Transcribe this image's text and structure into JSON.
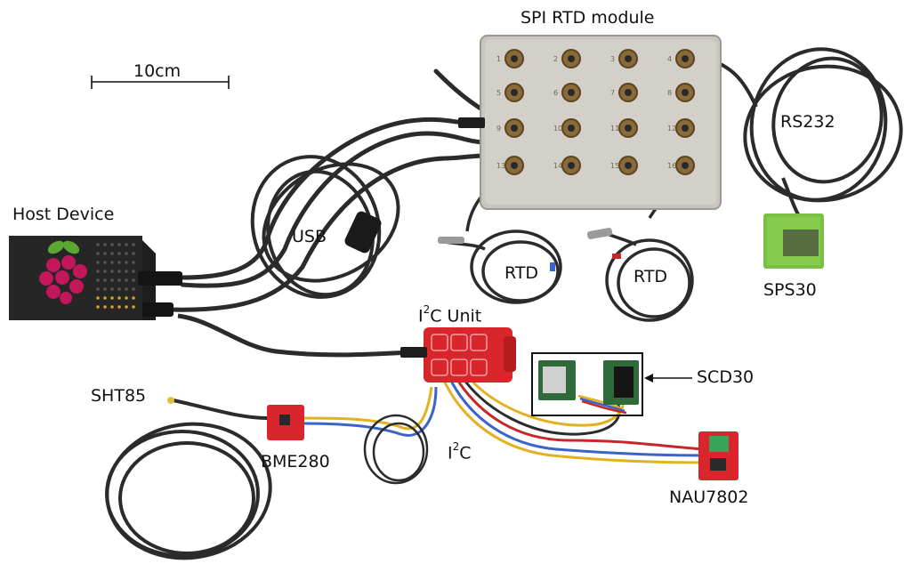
{
  "scale_bar": {
    "label": "10cm"
  },
  "labels": {
    "spi_rtd_module": "SPI RTD module",
    "host_device": "Host Device",
    "usb": "USB",
    "rs232": "RS232",
    "rtd_left": "RTD",
    "rtd_right": "RTD",
    "sps30": "SPS30",
    "i2c_unit_prefix": "I",
    "i2c_unit_sup": "2",
    "i2c_unit_suffix": "C Unit",
    "scd30": "SCD30",
    "sht85": "SHT85",
    "bme280": "BME280",
    "i2c_bus_prefix": "I",
    "i2c_bus_sup": "2",
    "i2c_bus_suffix": "C",
    "nau7802": "NAU7802"
  },
  "module_ports": [
    "1",
    "2",
    "3",
    "4",
    "5",
    "6",
    "7",
    "8",
    "9",
    "10",
    "11",
    "12",
    "13",
    "14",
    "15",
    "16"
  ],
  "colors": {
    "cable": "#2b2b2b",
    "module_metal": "#c9c6c0",
    "host_case": "#1e1e1e",
    "raspberry": "#c2185b",
    "leaf": "#5aa832",
    "sensor_board_red": "#d8262c",
    "sps30_green": "#7ac143",
    "wire_yellow": "#e2b020",
    "wire_blue": "#3a64c8"
  }
}
